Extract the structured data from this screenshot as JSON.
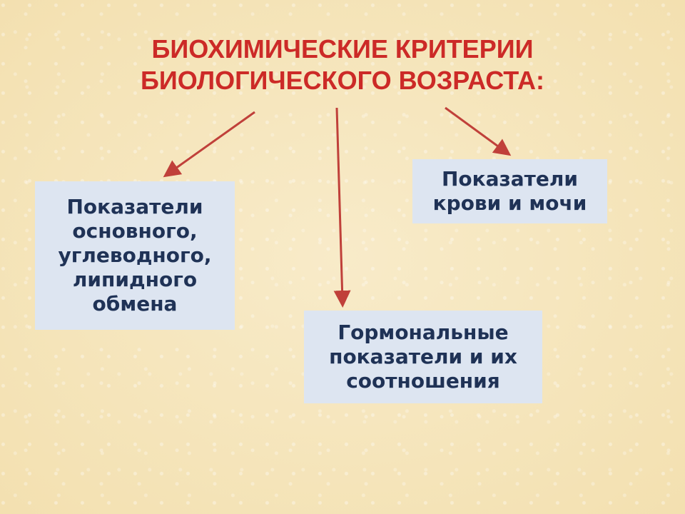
{
  "title": {
    "line1": "БИОХИМИЧЕСКИЕ КРИТЕРИИ",
    "line2": "БИОЛОГИЧЕСКОГО ВОЗРАСТА:"
  },
  "boxes": {
    "metabolism": {
      "lines": [
        "Показатели",
        "основного,",
        "углеводного,",
        "липидного",
        "обмена"
      ]
    },
    "blood_urine": {
      "lines": [
        "Показатели",
        "крови и мочи"
      ]
    },
    "hormonal": {
      "lines": [
        "Гормональные",
        "показатели и их",
        "соотношения"
      ]
    }
  },
  "colors": {
    "title": "#cc2a27",
    "arrow": "#c0403a",
    "box_fill": "#dde5f1",
    "box_text": "#1f3256",
    "background": "#f6e6bd"
  }
}
